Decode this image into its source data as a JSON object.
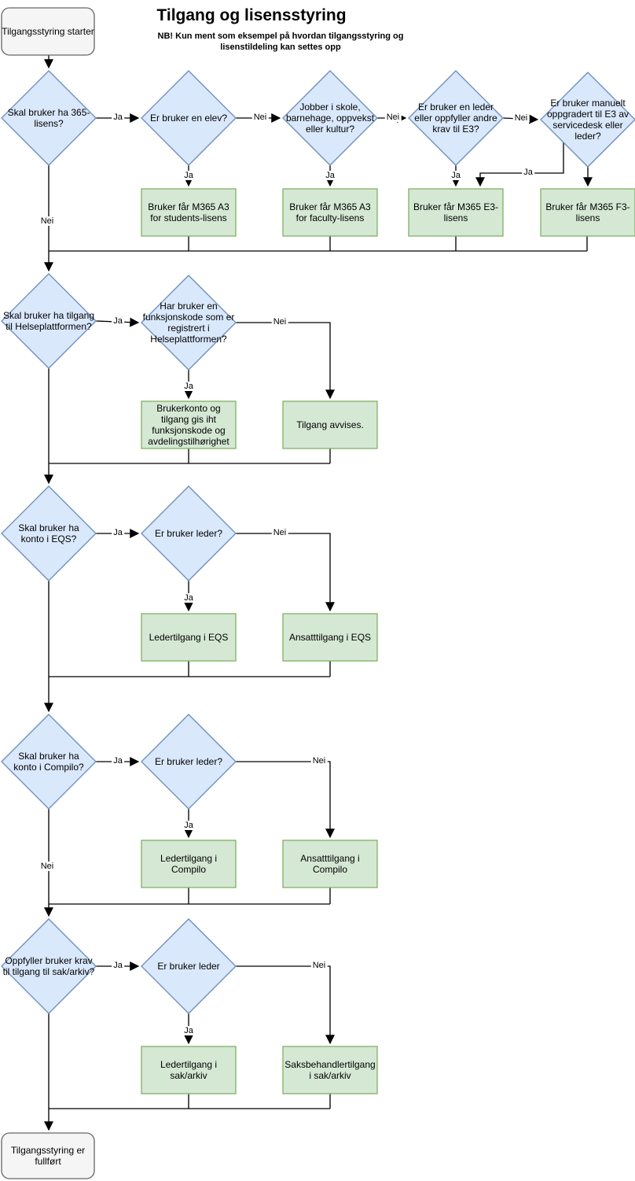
{
  "title": "Tilgang og lisensstyring",
  "subtitle": "NB! Kun ment som eksempel på hvordan tilgangsstyring og\nlisenstildeling kan settes opp",
  "edge_labels": {
    "yes": "Ja",
    "no": "Nei"
  },
  "colors": {
    "background": "#ffffff",
    "edge": "#000000",
    "text": "#000000",
    "decision_fill": "#dae8fc",
    "decision_stroke": "#6c8ebf",
    "process_fill": "#d5e8d4",
    "process_stroke": "#82b366",
    "terminal_fill": "#f5f5f5",
    "terminal_stroke": "#666666"
  },
  "nodes": {
    "start": {
      "label": "Tilgangsstyring starter",
      "kind": "terminal"
    },
    "ask_365": {
      "label": "Skal bruker ha 365-\nlisens?",
      "kind": "decision"
    },
    "is_student": {
      "label": "Er bruker en elev?",
      "kind": "decision"
    },
    "works_school": {
      "label": "Jobber i skole,\nbarnehage, oppvekst\neller kultur?",
      "kind": "decision"
    },
    "is_leader_e3": {
      "label": "Er bruker en leder\neller oppfyller andre\nkrav til E3?",
      "kind": "decision"
    },
    "manual_e3": {
      "label": "Er bruker manuelt\noppgradert til E3 av\nservicedesk eller\nleder?",
      "kind": "decision"
    },
    "lic_a3_students": {
      "label": "Bruker får M365 A3\nfor students-lisens",
      "kind": "process"
    },
    "lic_a3_faculty": {
      "label": "Bruker får M365 A3\nfor faculty-lisens",
      "kind": "process"
    },
    "lic_e3": {
      "label": "Bruker får M365 E3-\nlisens",
      "kind": "process"
    },
    "lic_f3": {
      "label": "Bruker får M365 F3-\nlisens",
      "kind": "process"
    },
    "ask_helse": {
      "label": "Skal bruker ha tilgang\ntil Helseplattformen?",
      "kind": "decision"
    },
    "has_funkcode": {
      "label": "Har bruker en\nfunksjonskode som er\nregistrert i\nHelseplattformen?",
      "kind": "decision"
    },
    "helse_account": {
      "label": "Brukerkonto og\ntilgang gis iht\nfunksjonskode og\navdelingstilhørighet",
      "kind": "process"
    },
    "helse_denied": {
      "label": "Tilgang avvises.",
      "kind": "process"
    },
    "ask_eqs": {
      "label": "Skal bruker ha\nkonto i EQS?",
      "kind": "decision"
    },
    "eqs_leader": {
      "label": "Er bruker leder?",
      "kind": "decision"
    },
    "eqs_leader_access": {
      "label": "Ledertilgang i EQS",
      "kind": "process"
    },
    "eqs_employee_access": {
      "label": "Ansatttilgang i EQS",
      "kind": "process"
    },
    "ask_compilo": {
      "label": "Skal bruker ha\nkonto i Compilo?",
      "kind": "decision"
    },
    "compilo_leader": {
      "label": "Er bruker leder?",
      "kind": "decision"
    },
    "compilo_leader_access": {
      "label": "Ledertilgang i\nCompilo",
      "kind": "process"
    },
    "compilo_employee_access": {
      "label": "Ansatttilgang i\nCompilo",
      "kind": "process"
    },
    "ask_arkiv": {
      "label": "Oppfyller bruker krav\ntil tilgang til sak/arkiv?",
      "kind": "decision"
    },
    "arkiv_leader": {
      "label": "Er bruker leder",
      "kind": "decision"
    },
    "arkiv_leader_access": {
      "label": "Ledertilgang i\nsak/arkiv",
      "kind": "process"
    },
    "arkiv_saksb_access": {
      "label": "Saksbehandlertilgang\ni sak/arkiv",
      "kind": "process"
    },
    "end": {
      "label": "Tilgangsstyring er\nfullført",
      "kind": "terminal"
    }
  }
}
